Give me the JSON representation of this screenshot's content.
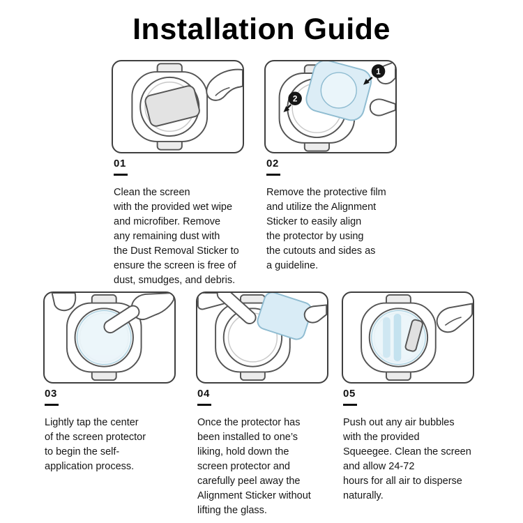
{
  "page": {
    "title": "Installation Guide",
    "background": "#ffffff",
    "text_color": "#161616",
    "accent_film_color": "#d9ecf6"
  },
  "steps": [
    {
      "number": "01",
      "description": "Clean the screen\nwith the provided wet wipe\nand microfiber. Remove\nany remaining dust with\nthe Dust Removal Sticker to\nensure the screen is free of\ndust, smudges, and debris."
    },
    {
      "number": "02",
      "description": "Remove the protective film\nand utilize the Alignment\nSticker to easily align\nthe protector by using\nthe cutouts and sides as\na guideline.",
      "badges": [
        "1",
        "2"
      ]
    },
    {
      "number": "03",
      "description": "Lightly tap the center\nof the screen protector\nto begin the self-\napplication process."
    },
    {
      "number": "04",
      "description": "Once the protector has\nbeen installed to one’s\nliking, hold down the\nscreen protector and\ncarefully peel away the\nAlignment Sticker without\nlifting the glass."
    },
    {
      "number": "05",
      "description": "Push out any air bubbles\nwith the provided\nSqueegee. Clean the screen\nand allow 24-72\nhours for all air to disperse\nnaturally."
    }
  ]
}
